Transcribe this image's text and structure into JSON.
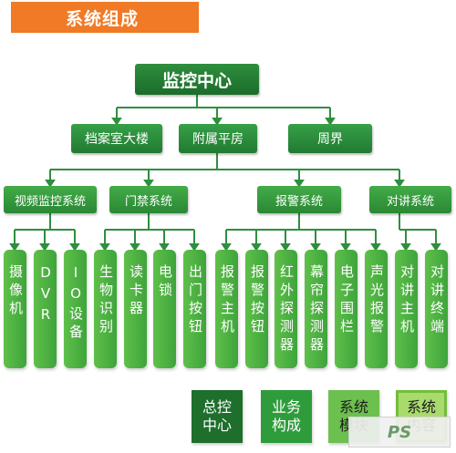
{
  "title": "系统组成",
  "root": "监控中心",
  "buildings": [
    "档案室大楼",
    "附属平房",
    "周界"
  ],
  "systems": [
    "视频监控系统",
    "门禁系统",
    "报警系统",
    "对讲系统"
  ],
  "components": {
    "video": [
      "摄像机",
      "DVR",
      "IO设备"
    ],
    "access": [
      "生物识别",
      "读卡器",
      "电锁",
      "出门按钮"
    ],
    "alarm": [
      "报警主机",
      "报警按钮",
      "红外探测器",
      "幕帘探测器",
      "电子围栏",
      "声光报警"
    ],
    "intercom": [
      "对讲主机",
      "对讲终端"
    ]
  },
  "legend": [
    "总控\n中心",
    "业务\n构成",
    "系统\n模块",
    "系统\n内容"
  ],
  "watermark": "PS",
  "colors": {
    "orange": "#f07a26",
    "dark_green": "#1e6e2c",
    "mid_green": "#2f9c3c",
    "light_green": "#6cc04f",
    "pale_green": "#a9db6c",
    "line": "#2e8f3e"
  }
}
